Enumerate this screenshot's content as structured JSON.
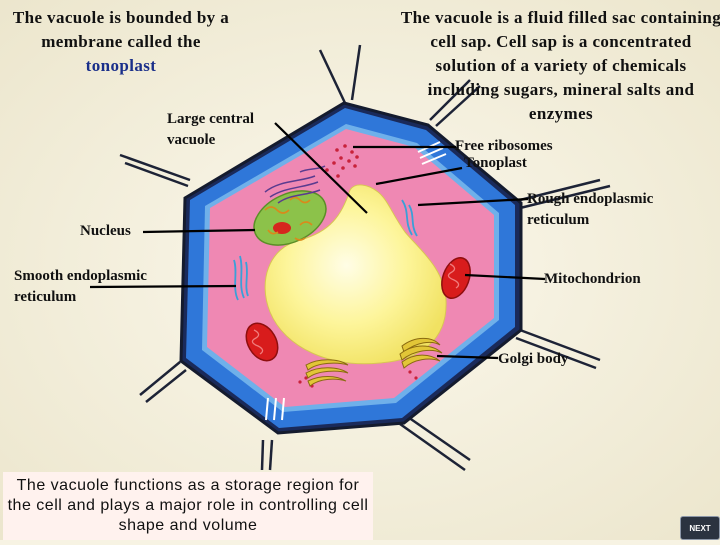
{
  "intro": {
    "left_prefix": "The vacuole is bounded by a membrane called the ",
    "left_highlight": "tonoplast",
    "right": "The vacuole is a fluid filled sac containing cell sap.  Cell sap is a concentrated solution of a variety of chemicals including sugars, mineral salts and enzymes"
  },
  "labels": {
    "large_central_vacuole": "Large central vacuole",
    "nucleus": "Nucleus",
    "smooth_er": "Smooth endoplasmic reticulum",
    "free_ribosomes": "Free ribosomes",
    "tonoplast": "Tonoplast",
    "rough_er": "Rough endoplasmic reticulum",
    "mitochondrion": "Mitochondrion",
    "golgi_body": "Golgi body"
  },
  "footer": {
    "summary": "The vacuole functions as a storage region for the cell and plays a major role in controlling cell shape and volume",
    "next_label": "NEXT"
  },
  "colors": {
    "background": "#f7f3e3",
    "cell_wall": "#2f77d9",
    "cytoplasm": "#ef88b3",
    "vacuole": "#fbf07e",
    "nucleus": "#8cc24a",
    "mitochondrion": "#d81c1c",
    "golgi": "#e2c637"
  }
}
